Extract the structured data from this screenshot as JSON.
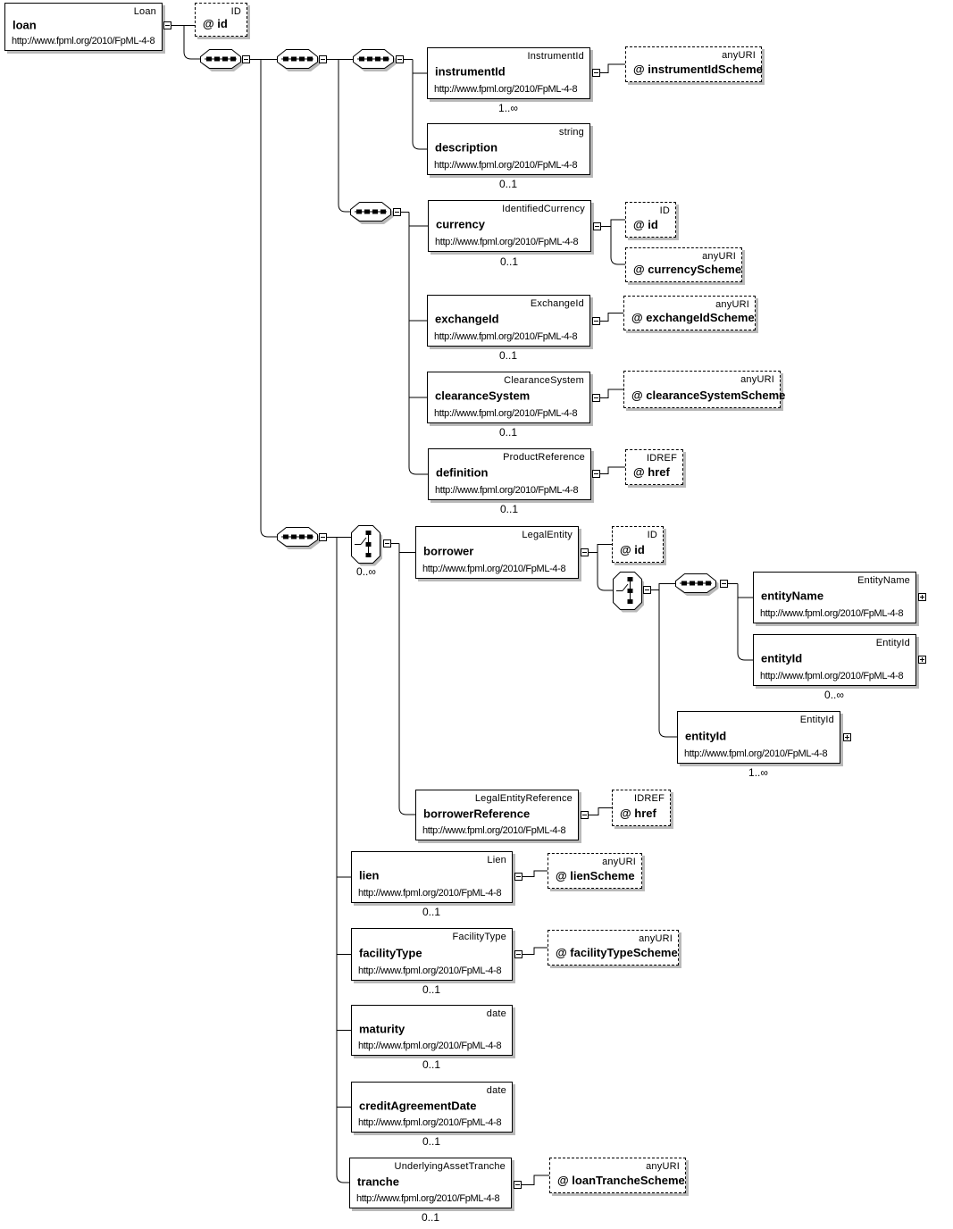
{
  "namespace": "http://www.fpml.org/2010/FpML-4-8",
  "colors": {
    "line": "#000000",
    "box_background": "#ffffff",
    "shadow": "#b9b9b9"
  },
  "nodes": {
    "loan": {
      "label": "loan",
      "type": "Loan"
    },
    "attr_id_loan": {
      "label": "@ id",
      "type": "ID"
    },
    "instrumentId": {
      "label": "instrumentId",
      "type": "InstrumentId",
      "occurs": "1..∞"
    },
    "attr_instrumentIdScheme": {
      "label": "@ instrumentIdScheme",
      "type": "anyURI"
    },
    "description": {
      "label": "description",
      "type": "string",
      "occurs": "0..1"
    },
    "currency": {
      "label": "currency",
      "type": "IdentifiedCurrency",
      "occurs": "0..1"
    },
    "attr_id_currency": {
      "label": "@ id",
      "type": "ID"
    },
    "attr_currencyScheme": {
      "label": "@ currencyScheme",
      "type": "anyURI"
    },
    "exchangeId": {
      "label": "exchangeId",
      "type": "ExchangeId",
      "occurs": "0..1"
    },
    "attr_exchangeIdScheme": {
      "label": "@ exchangeIdScheme",
      "type": "anyURI"
    },
    "clearanceSystem": {
      "label": "clearanceSystem",
      "type": "ClearanceSystem",
      "occurs": "0..1"
    },
    "attr_clearanceSystemScheme": {
      "label": "@ clearanceSystemScheme",
      "type": "anyURI"
    },
    "definition": {
      "label": "definition",
      "type": "ProductReference",
      "occurs": "0..1"
    },
    "attr_href_definition": {
      "label": "@ href",
      "type": "IDREF"
    },
    "choice_main": {
      "occurs": "0..∞"
    },
    "borrower": {
      "label": "borrower",
      "type": "LegalEntity"
    },
    "attr_id_borrower": {
      "label": "@ id",
      "type": "ID"
    },
    "entityName": {
      "label": "entityName",
      "type": "EntityName"
    },
    "entityId1": {
      "label": "entityId",
      "type": "EntityId",
      "occurs": "0..∞"
    },
    "entityId2": {
      "label": "entityId",
      "type": "EntityId",
      "occurs": "1..∞"
    },
    "borrowerReference": {
      "label": "borrowerReference",
      "type": "LegalEntityReference"
    },
    "attr_href_borrowerReference": {
      "label": "@ href",
      "type": "IDREF"
    },
    "lien": {
      "label": "lien",
      "type": "Lien",
      "occurs": "0..1"
    },
    "attr_lienScheme": {
      "label": "@ lienScheme",
      "type": "anyURI"
    },
    "facilityType": {
      "label": "facilityType",
      "type": "FacilityType",
      "occurs": "0..1"
    },
    "attr_facilityTypeScheme": {
      "label": "@ facilityTypeScheme",
      "type": "anyURI"
    },
    "maturity": {
      "label": "maturity",
      "type": "date",
      "occurs": "0..1"
    },
    "creditAgreementDate": {
      "label": "creditAgreementDate",
      "type": "date",
      "occurs": "0..1"
    },
    "tranche": {
      "label": "tranche",
      "type": "UnderlyingAssetTranche",
      "occurs": "0..1"
    },
    "attr_loanTrancheScheme": {
      "label": "@ loanTrancheScheme",
      "type": "anyURI"
    }
  }
}
